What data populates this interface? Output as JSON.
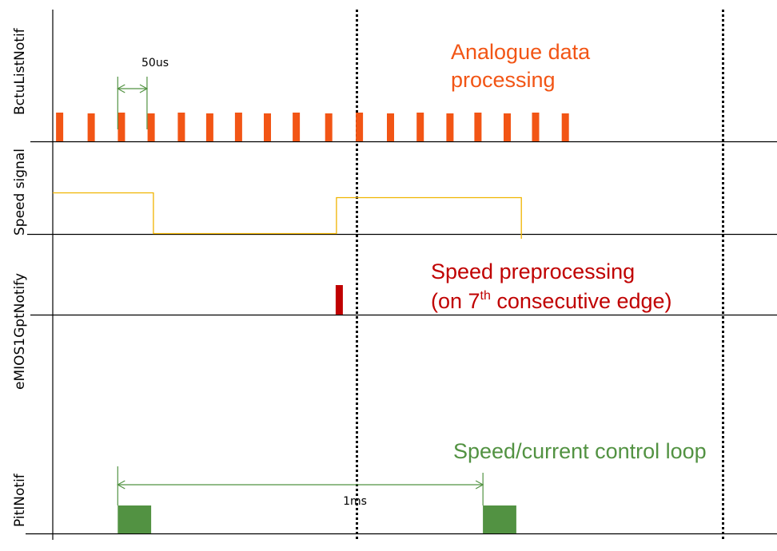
{
  "title": "Timing diagram of interrupt notifications",
  "colors": {
    "axis": "#000000",
    "bctu": "#f25515",
    "speed_signal": "#f0b400",
    "speed_preproc": "#c00000",
    "control_loop": "#529242",
    "dotted": "#000000"
  },
  "lanes": [
    {
      "id": "bctu",
      "label": "BctuListNotif"
    },
    {
      "id": "speed",
      "label": "Speed signal"
    },
    {
      "id": "emios",
      "label": "eMIOS1GptNotify"
    },
    {
      "id": "pit",
      "label": "PitINotif"
    }
  ],
  "time_axis": {
    "unit": "us",
    "start": 0,
    "end": 1530,
    "period_markers_us": [
      664,
      1463
    ]
  },
  "bctu_pulses": {
    "period_us": 50,
    "times_us": [
      15,
      84,
      150,
      215,
      281,
      343,
      406,
      469,
      532,
      603,
      670,
      738,
      803,
      868,
      929,
      993,
      1055,
      1120
    ]
  },
  "speed_signal": {
    "levels": [
      {
        "from_us": 0,
        "to_us": 220,
        "level": "high"
      },
      {
        "from_us": 220,
        "to_us": 620,
        "level": "low"
      },
      {
        "from_us": 620,
        "to_us": 1024,
        "level": "high"
      }
    ]
  },
  "emios_event": {
    "time_us": 626
  },
  "pit_events": [
    {
      "time_us": 142,
      "duration_us": 73
    },
    {
      "time_us": 940,
      "duration_us": 73
    }
  ],
  "dimensions": {
    "bctu_period": {
      "label": "50us",
      "from_us": 142,
      "to_us": 206
    },
    "pit_period": {
      "label": "1ms",
      "from_us": 142,
      "to_us": 940
    }
  },
  "annotations": {
    "analogue_line1": "Analogue data",
    "analogue_line2": "processing",
    "speed_line1": "Speed preprocessing",
    "speed_line2_pre": "(on 7",
    "speed_line2_sup": "th",
    "speed_line2_post": " consecutive edge)",
    "control_loop": "Speed/current control loop"
  }
}
